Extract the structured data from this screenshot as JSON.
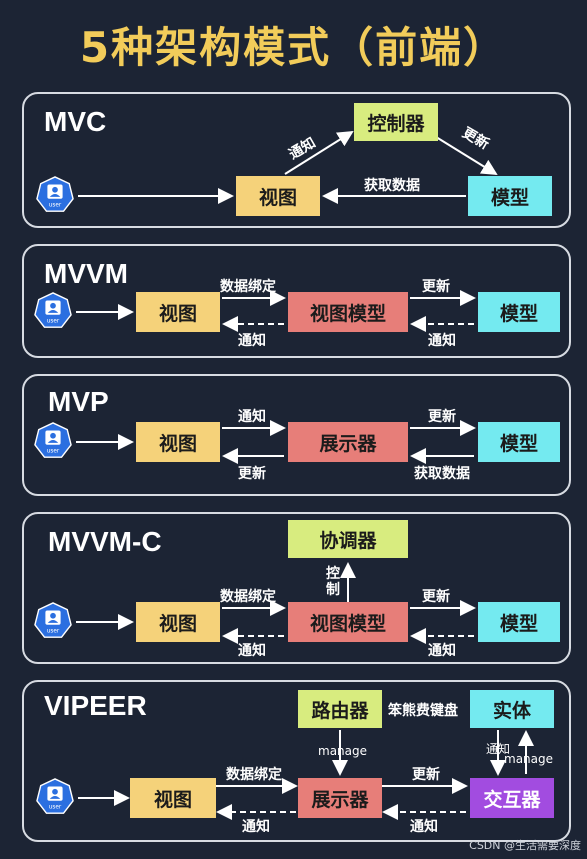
{
  "title": "5种架构模式（前端）",
  "user_label": "user",
  "mvc": {
    "name": "MVC",
    "controller": "控制器",
    "view": "视图",
    "model": "模型",
    "notify": "通知",
    "update": "更新",
    "fetch": "获取数据"
  },
  "mvvm": {
    "name": "MVVM",
    "view": "视图",
    "viewmodel": "视图模型",
    "model": "模型",
    "binding": "数据绑定",
    "notify1": "通知",
    "update": "更新",
    "notify2": "通知"
  },
  "mvp": {
    "name": "MVP",
    "view": "视图",
    "presenter": "展示器",
    "model": "模型",
    "notify": "通知",
    "update1": "更新",
    "update2": "更新",
    "fetch": "获取数据"
  },
  "mvvmc": {
    "name": "MVVM-C",
    "coordinator": "协调器",
    "view": "视图",
    "viewmodel": "视图模型",
    "model": "模型",
    "binding": "数据绑定",
    "notify1": "通知",
    "update": "更新",
    "notify2": "通知",
    "control": "控\n制"
  },
  "viper": {
    "name": "VIPEER",
    "router": "路由器",
    "entity": "实体",
    "view": "视图",
    "presenter": "展示器",
    "interactor": "交互器",
    "brand": "笨熊费键盘",
    "manage1": "manage",
    "binding": "数据绑定",
    "update": "更新",
    "notify1": "通知",
    "notify2": "通知",
    "notify3": "通知",
    "manage2": "manage"
  },
  "watermark": "CSDN @生活需要深度",
  "colors": {
    "title": "#f2cc5a",
    "background": "#1c2434",
    "yellow": "#f5d27a",
    "green": "#d8ec7f",
    "cyan": "#74eaf0",
    "red": "#e77e79",
    "purple": "#a24ce0",
    "user_icon": "#2b6fe0"
  }
}
